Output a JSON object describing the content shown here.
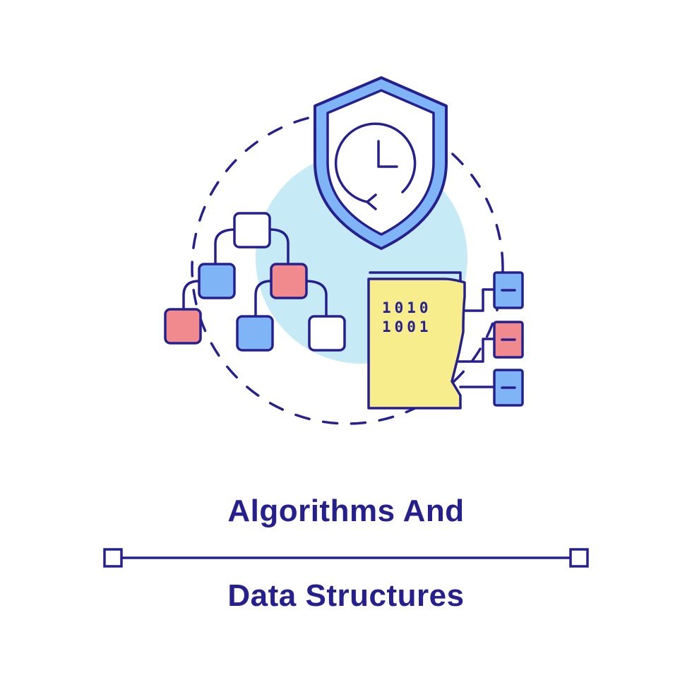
{
  "title": {
    "line1": "Algorithms And",
    "line2": "Data Structures"
  },
  "binary": {
    "row1": "1010",
    "row2": "1001"
  },
  "icons": {
    "shield": "shield-clock-icon",
    "tree": "tree-structure-icon",
    "file": "binary-file-icon"
  },
  "colors": {
    "stroke": "#26208f",
    "blue": "#7fb4f7",
    "red": "#f08a8e",
    "yellow": "#f7ed8c",
    "light_blue_circle": "#c6ebf6",
    "white": "#ffffff"
  }
}
